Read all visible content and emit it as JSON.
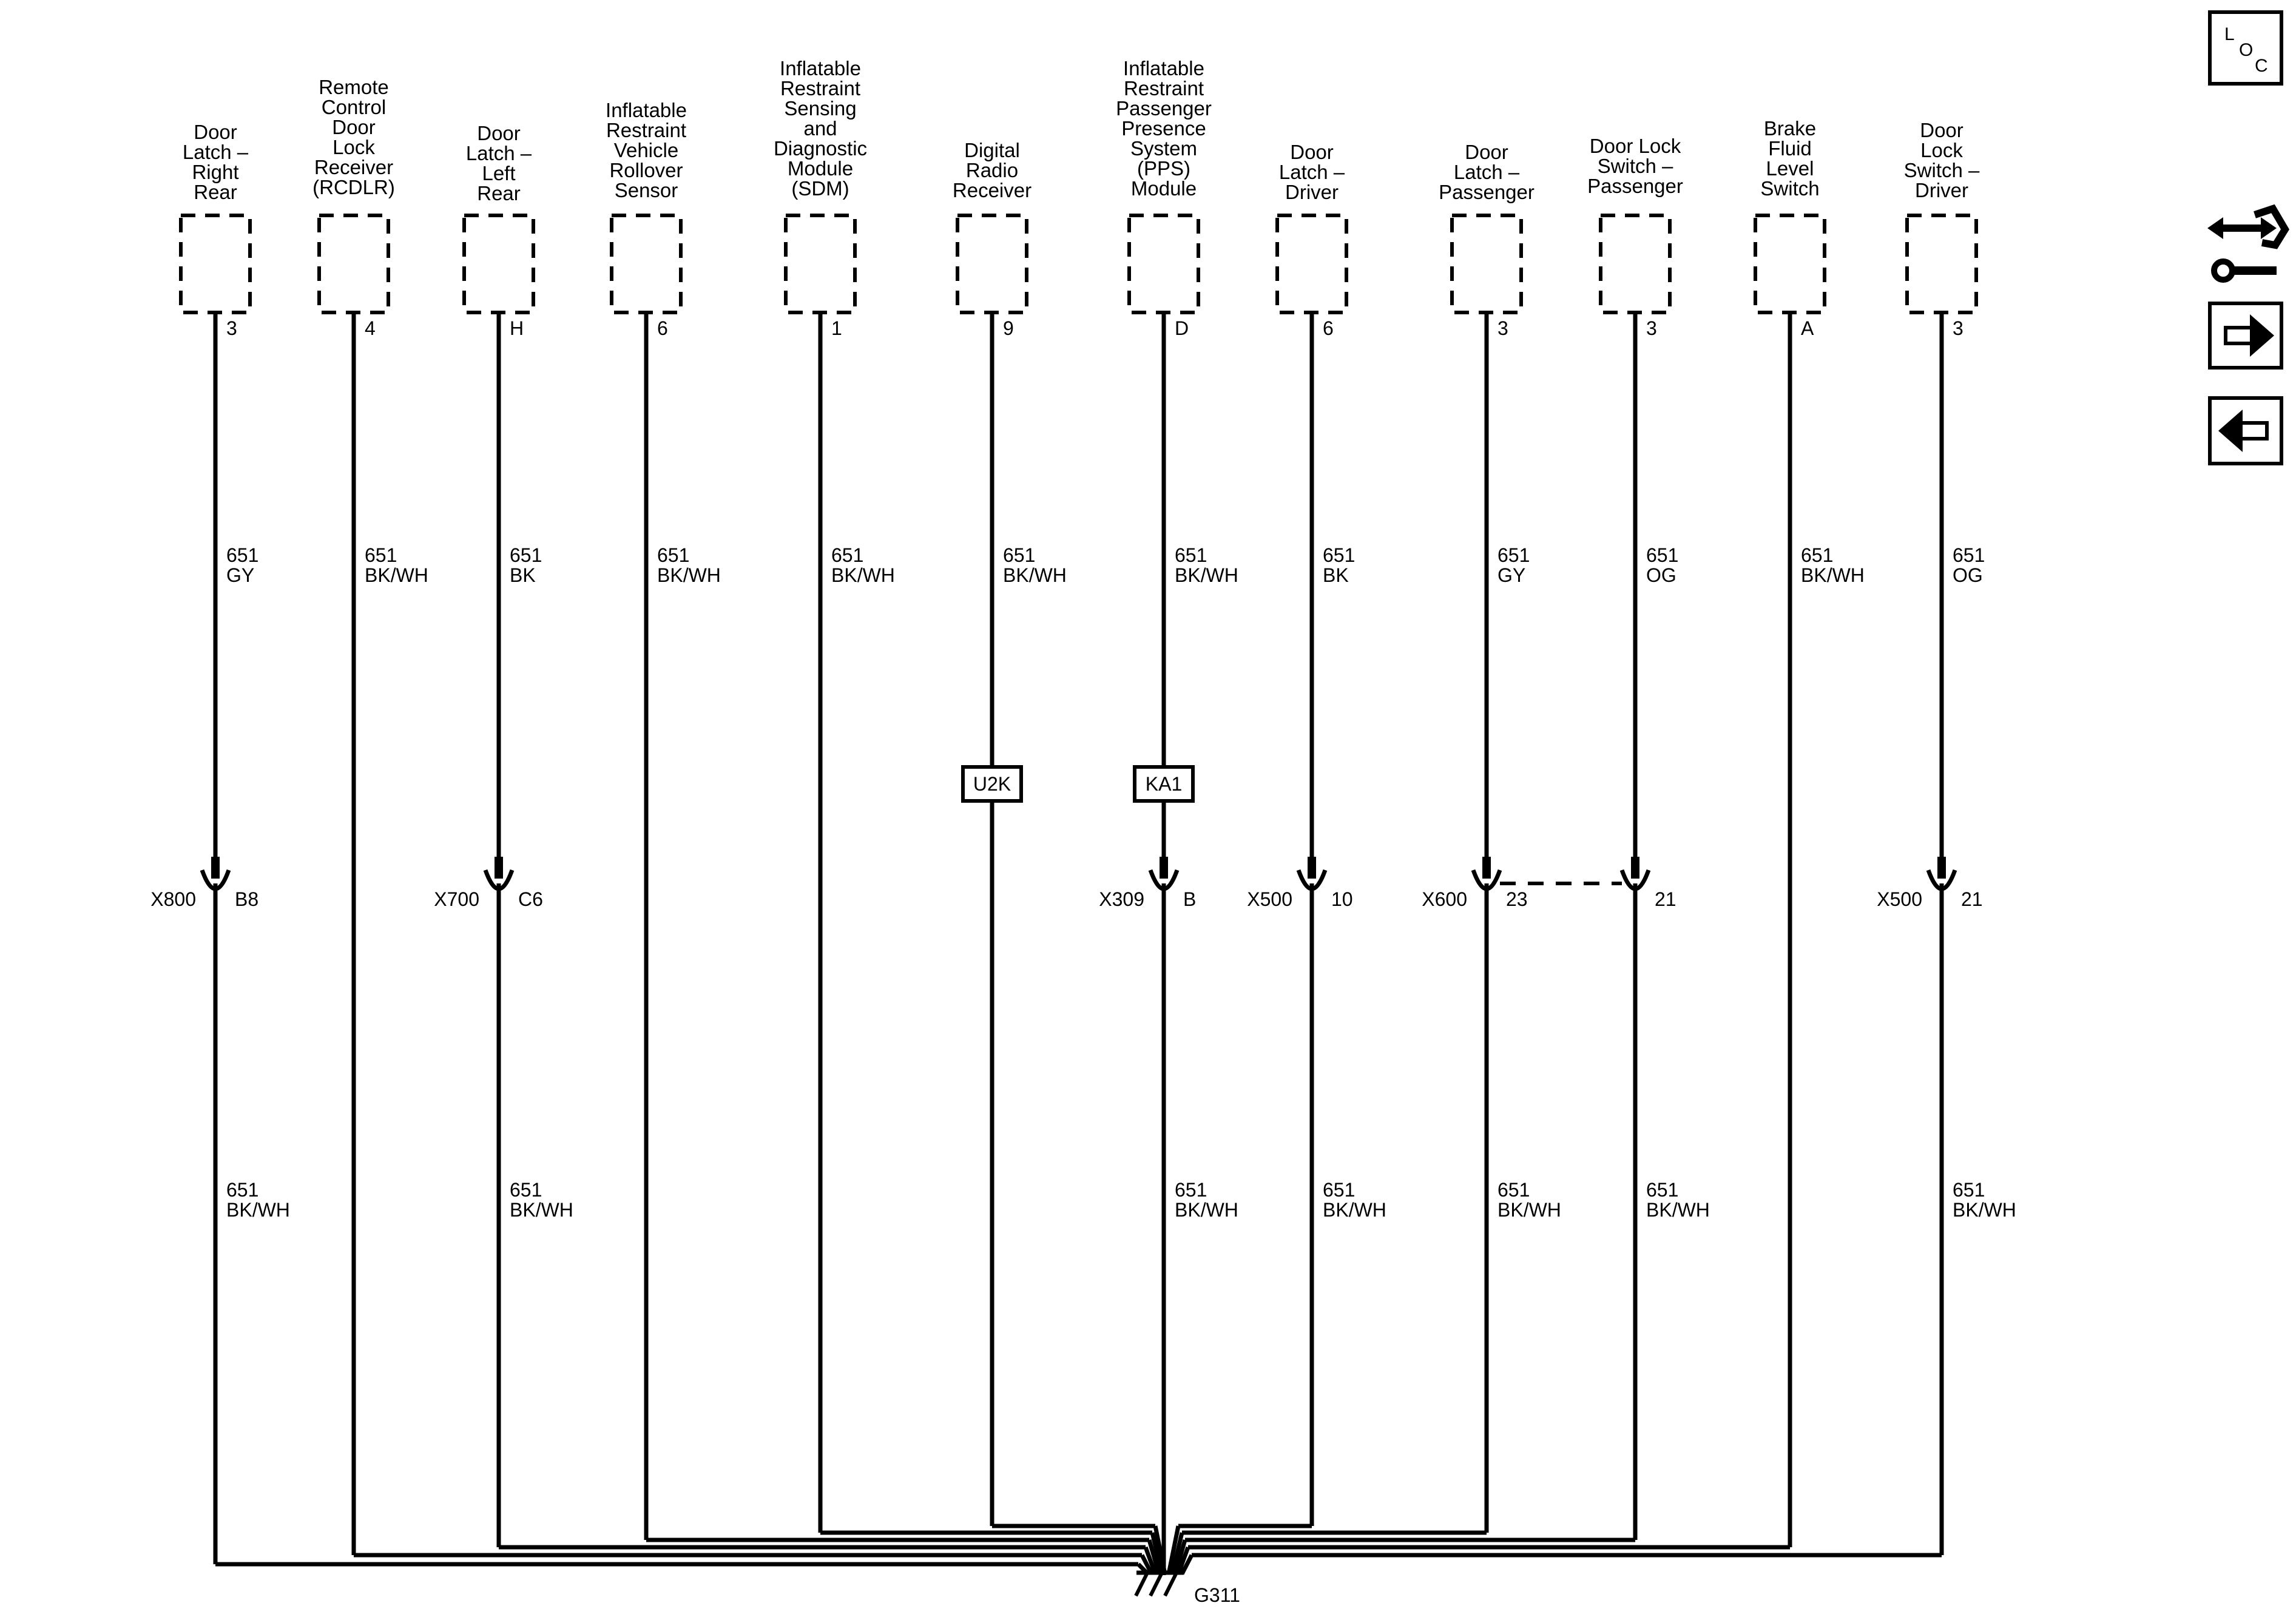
{
  "components": [
    {
      "lines": [
        "Door",
        "Latch –",
        "Right",
        "Rear"
      ],
      "pin": "3",
      "circuit": "651",
      "color_top": "GY",
      "connector": "X800",
      "conn_pin": "B8",
      "color_bottom": "BK/WH"
    },
    {
      "lines": [
        "Remote",
        "Control",
        "Door",
        "Lock",
        "Receiver",
        "(RCDLR)"
      ],
      "pin": "4",
      "circuit": "651",
      "color_top": "BK/WH",
      "connector": "",
      "conn_pin": "",
      "color_bottom": ""
    },
    {
      "lines": [
        "Door",
        "Latch –",
        "Left",
        "Rear"
      ],
      "pin": "H",
      "circuit": "651",
      "color_top": "BK",
      "connector": "X700",
      "conn_pin": "C6",
      "color_bottom": "BK/WH"
    },
    {
      "lines": [
        "Inflatable",
        "Restraint",
        "Vehicle",
        "Rollover",
        "Sensor"
      ],
      "pin": "6",
      "circuit": "651",
      "color_top": "BK/WH",
      "connector": "",
      "conn_pin": "",
      "color_bottom": ""
    },
    {
      "lines": [
        "Inflatable",
        "Restraint",
        "Sensing",
        "and",
        "Diagnostic",
        "Module",
        "(SDM)"
      ],
      "pin": "1",
      "circuit": "651",
      "color_top": "BK/WH",
      "connector": "",
      "conn_pin": "",
      "color_bottom": ""
    },
    {
      "lines": [
        "Digital",
        "Radio",
        "Receiver"
      ],
      "pin": "9",
      "circuit": "651",
      "color_top": "BK/WH",
      "connector": "",
      "conn_pin": "",
      "color_bottom": "",
      "option": "U2K"
    },
    {
      "lines": [
        "Inflatable",
        "Restraint",
        "Passenger",
        "Presence",
        "System",
        "(PPS)",
        "Module"
      ],
      "pin": "D",
      "circuit": "651",
      "color_top": "BK/WH",
      "connector": "X309",
      "conn_pin": "B",
      "color_bottom": "BK/WH",
      "option": "KA1"
    },
    {
      "lines": [
        "Door",
        "Latch –",
        "Driver"
      ],
      "pin": "6",
      "circuit": "651",
      "color_top": "BK",
      "connector": "X500",
      "conn_pin": "10",
      "color_bottom": "BK/WH"
    },
    {
      "lines": [
        "Door",
        "Latch –",
        "Passenger"
      ],
      "pin": "3",
      "circuit": "651",
      "color_top": "GY",
      "connector": "X600",
      "conn_pin": "23",
      "color_bottom": "BK/WH"
    },
    {
      "lines": [
        "Door Lock",
        "Switch –",
        "Passenger"
      ],
      "pin": "3",
      "circuit": "651",
      "color_top": "OG",
      "connector": "",
      "conn_pin": "21",
      "color_bottom": "BK/WH"
    },
    {
      "lines": [
        "Brake",
        "Fluid",
        "Level",
        "Switch"
      ],
      "pin": "A",
      "circuit": "651",
      "color_top": "BK/WH",
      "connector": "",
      "conn_pin": "",
      "color_bottom": ""
    },
    {
      "lines": [
        "Door",
        "Lock",
        "Switch –",
        "Driver"
      ],
      "pin": "3",
      "circuit": "651",
      "color_top": "OG",
      "connector": "X500",
      "conn_pin": "21",
      "color_bottom": "BK/WH"
    }
  ],
  "ground": {
    "label": "G311"
  },
  "nav": {
    "loc": {
      "l": "L",
      "o": "O",
      "c": "C"
    },
    "icons": [
      "component-views-icon",
      "next-page-arrow-icon",
      "previous-page-arrow-icon"
    ]
  }
}
